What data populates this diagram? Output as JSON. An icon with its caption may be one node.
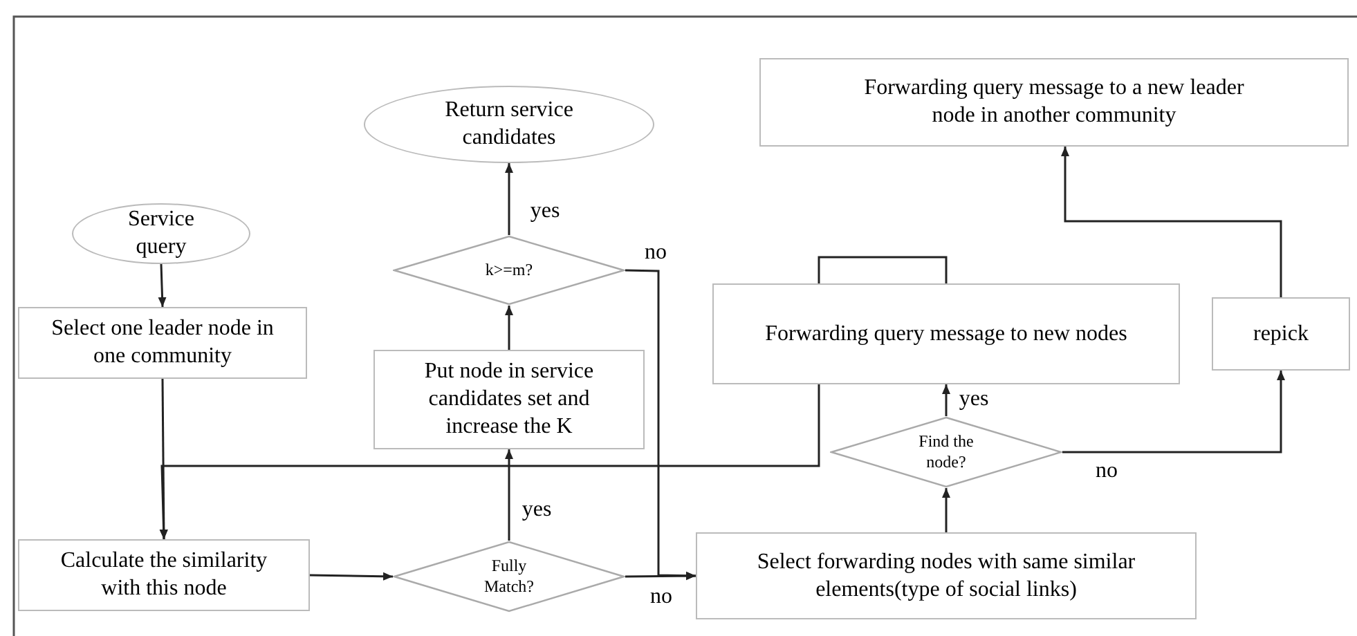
{
  "diagram": {
    "nodes": [
      {
        "text": [
          "Service query"
        ]
      },
      {
        "text": [
          "Select one leader node in one community"
        ]
      },
      {
        "text": [
          "Calculate the similarity with this node"
        ]
      },
      {
        "text": [
          "Fully Match?"
        ]
      },
      {
        "text": [
          "Put node in service candidates set and increase the K"
        ]
      },
      {
        "text": [
          "k>=m?"
        ]
      },
      {
        "text": [
          "Return service candidates"
        ]
      },
      {
        "text": [
          "Select forwarding nodes with same similar elements(type of social links)"
        ]
      },
      {
        "text": [
          "Find the node?"
        ]
      },
      {
        "text": [
          "Forwarding query message to new nodes"
        ]
      },
      {
        "text": [
          "repick"
        ]
      },
      {
        "text": [
          "Forwarding query message to a new leader node in another community"
        ]
      }
    ],
    "edges": [
      {
        "from": 0,
        "to": 1,
        "arrow": "to"
      },
      {
        "from": 1,
        "to": 2,
        "arrow": "to"
      },
      {
        "from": 2,
        "to": 3,
        "arrow": "to"
      },
      {
        "from": 3,
        "to": 4,
        "arrow": "to",
        "label": "yes"
      },
      {
        "from": 4,
        "to": 5,
        "arrow": "to"
      },
      {
        "from": 5,
        "to": 6,
        "arrow": "to",
        "label": "yes"
      },
      {
        "from": 5,
        "to": 7,
        "arrow": "to",
        "label": "no"
      },
      {
        "from": 3,
        "to": 7,
        "arrow": "to",
        "label": "no"
      },
      {
        "from": 7,
        "to": 8,
        "arrow": "to"
      },
      {
        "from": 8,
        "to": 9,
        "arrow": "to",
        "label": "yes"
      },
      {
        "from": 8,
        "to": 10,
        "arrow": "to",
        "label": "no"
      },
      {
        "from": 10,
        "to": 11,
        "arrow": "to"
      },
      {
        "from": 9,
        "to": 2,
        "arrow": "to"
      },
      {
        "from": 9,
        "to": 9,
        "arrow": "none"
      }
    ]
  }
}
